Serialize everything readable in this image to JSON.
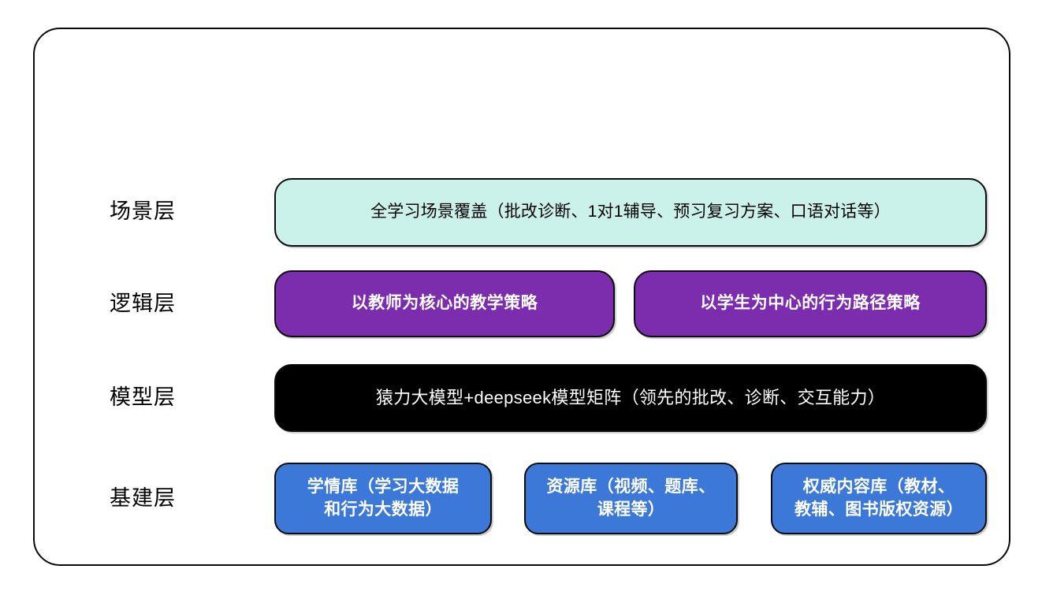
{
  "diagram": {
    "title_visible": false,
    "frame": {
      "border_color": "#0a0a0a",
      "background": "#ffffff"
    },
    "palette": {
      "scene_fill": "#cbf2ea",
      "logic_fill": "#7b2dae",
      "model_fill": "#000000",
      "infra_fill": "#3c78d8",
      "border": "#0b0b0b",
      "text_dark": "#000000",
      "text_light": "#ffffff"
    },
    "rows": [
      {
        "id": "scene",
        "label": "场景层",
        "boxes": [
          {
            "id": "scene-coverage",
            "text": "全学习场景覆盖（批改诊断、1对1辅导、预习复习方案、口语对话等）"
          }
        ]
      },
      {
        "id": "logic",
        "label": "逻辑层",
        "boxes": [
          {
            "id": "logic-teacher",
            "text": "以教师为核心的教学策略"
          },
          {
            "id": "logic-student",
            "text": "以学生为中心的行为路径策略"
          }
        ]
      },
      {
        "id": "model",
        "label": "模型层",
        "boxes": [
          {
            "id": "model-matrix",
            "text": "猿力大模型+deepseek模型矩阵（领先的批改、诊断、交互能力）"
          }
        ]
      },
      {
        "id": "infra",
        "label": "基建层",
        "boxes": [
          {
            "id": "infra-learning-db",
            "line1": "学情库（学习大数据",
            "line2": "和行为大数据）"
          },
          {
            "id": "infra-resource-db",
            "line1": "资源库（视频、题库、",
            "line2": "课程等）"
          },
          {
            "id": "infra-content-db",
            "line1": "权威内容库（教材、",
            "line2": "教辅、图书版权资源）"
          }
        ]
      }
    ]
  }
}
